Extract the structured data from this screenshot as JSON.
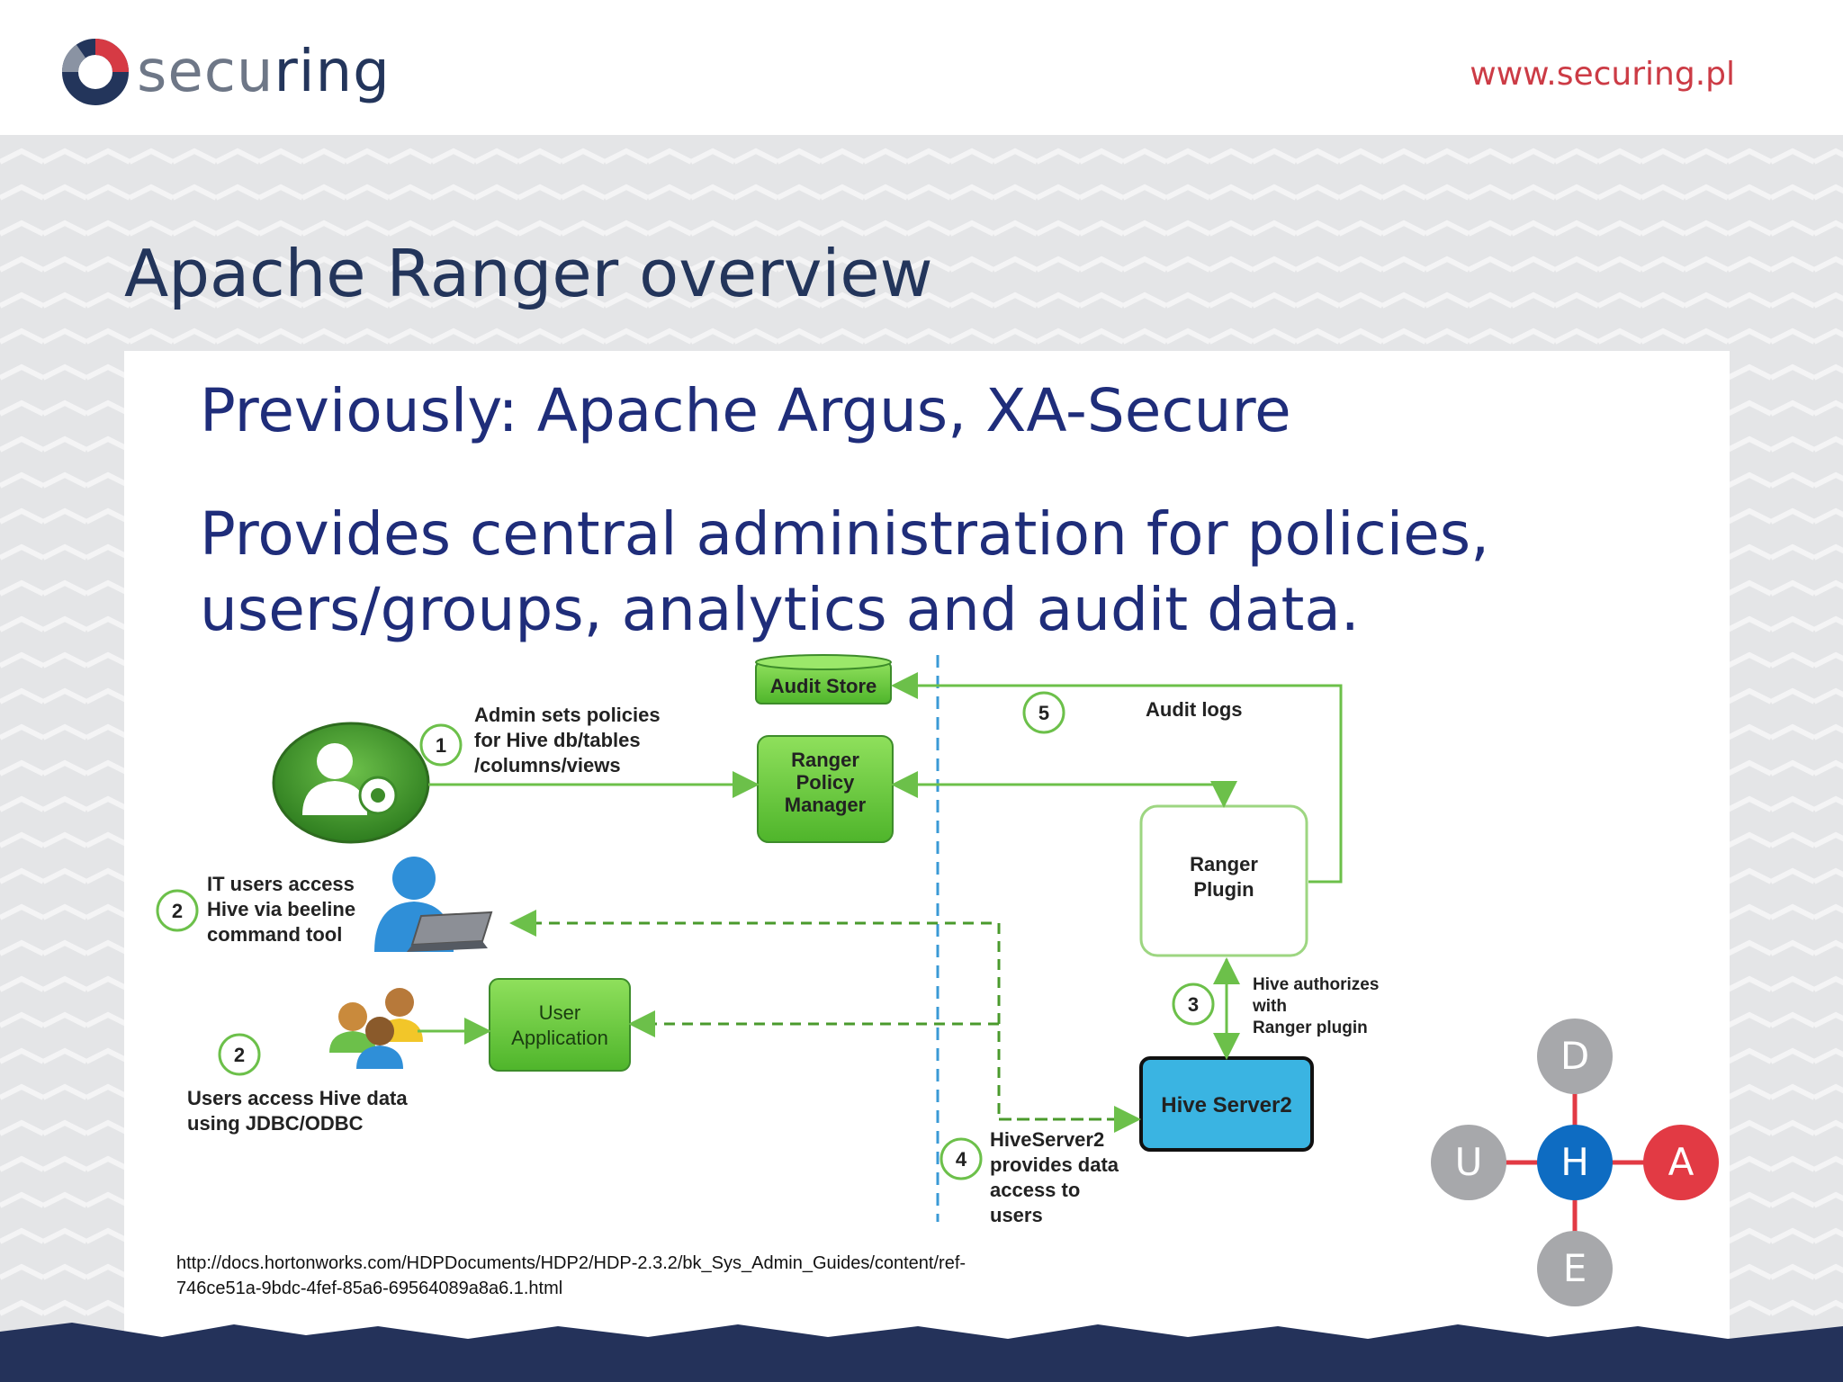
{
  "header": {
    "logo_text": "securing",
    "site_url": "www.securing.pl"
  },
  "slide": {
    "title": "Apache Ranger overview",
    "bullet_1": "Previously: Apache Argus, XA-Secure",
    "bullet_2_line1": "Provides central administration for policies,",
    "bullet_2_line2": "users/groups, analytics and audit data."
  },
  "diagram": {
    "audit_store": "Audit Store",
    "ranger_policy_manager": [
      "Ranger",
      "Policy",
      "Manager"
    ],
    "ranger_plugin": [
      "Ranger",
      "Plugin"
    ],
    "hive_server": "Hive Server2",
    "user_application": [
      "User",
      "Application"
    ],
    "step1_number": "1",
    "step1_text": [
      "Admin sets policies",
      "for Hive db/tables",
      "/columns/views"
    ],
    "step2a_number": "2",
    "step2a_text": [
      "IT users access",
      "Hive via beeline",
      "command tool"
    ],
    "step2b_number": "2",
    "step2b_text": [
      "Users access Hive data",
      "using JDBC/ODBC"
    ],
    "step3_number": "3",
    "step3_text": [
      "Hive authorizes",
      "with",
      "Ranger plugin"
    ],
    "step4_number": "4",
    "step4_text": [
      "HiveServer2",
      "provides data",
      "access to",
      "users"
    ],
    "step5_number": "5",
    "step5_text": "Audit logs",
    "colors": {
      "green": "#6cc04a",
      "green_dark": "#3d8c2a",
      "blue": "#3ab4e2",
      "dashed_blue": "#3a9ad6"
    }
  },
  "source": {
    "line1": "http://docs.hortonworks.com/HDPDocuments/HDP2/HDP-2.3.2/bk_Sys_Admin_Guides/content/ref-",
    "line2": "746ce51a-9bdc-4fef-85a6-69564089a8a6.1.html"
  },
  "dhuae": {
    "d": "D",
    "h": "H",
    "u": "U",
    "a": "A",
    "e": "E",
    "colors": {
      "gray": "#a7a8ab",
      "blue": "#0e6cc2",
      "red": "#e23a44"
    }
  }
}
